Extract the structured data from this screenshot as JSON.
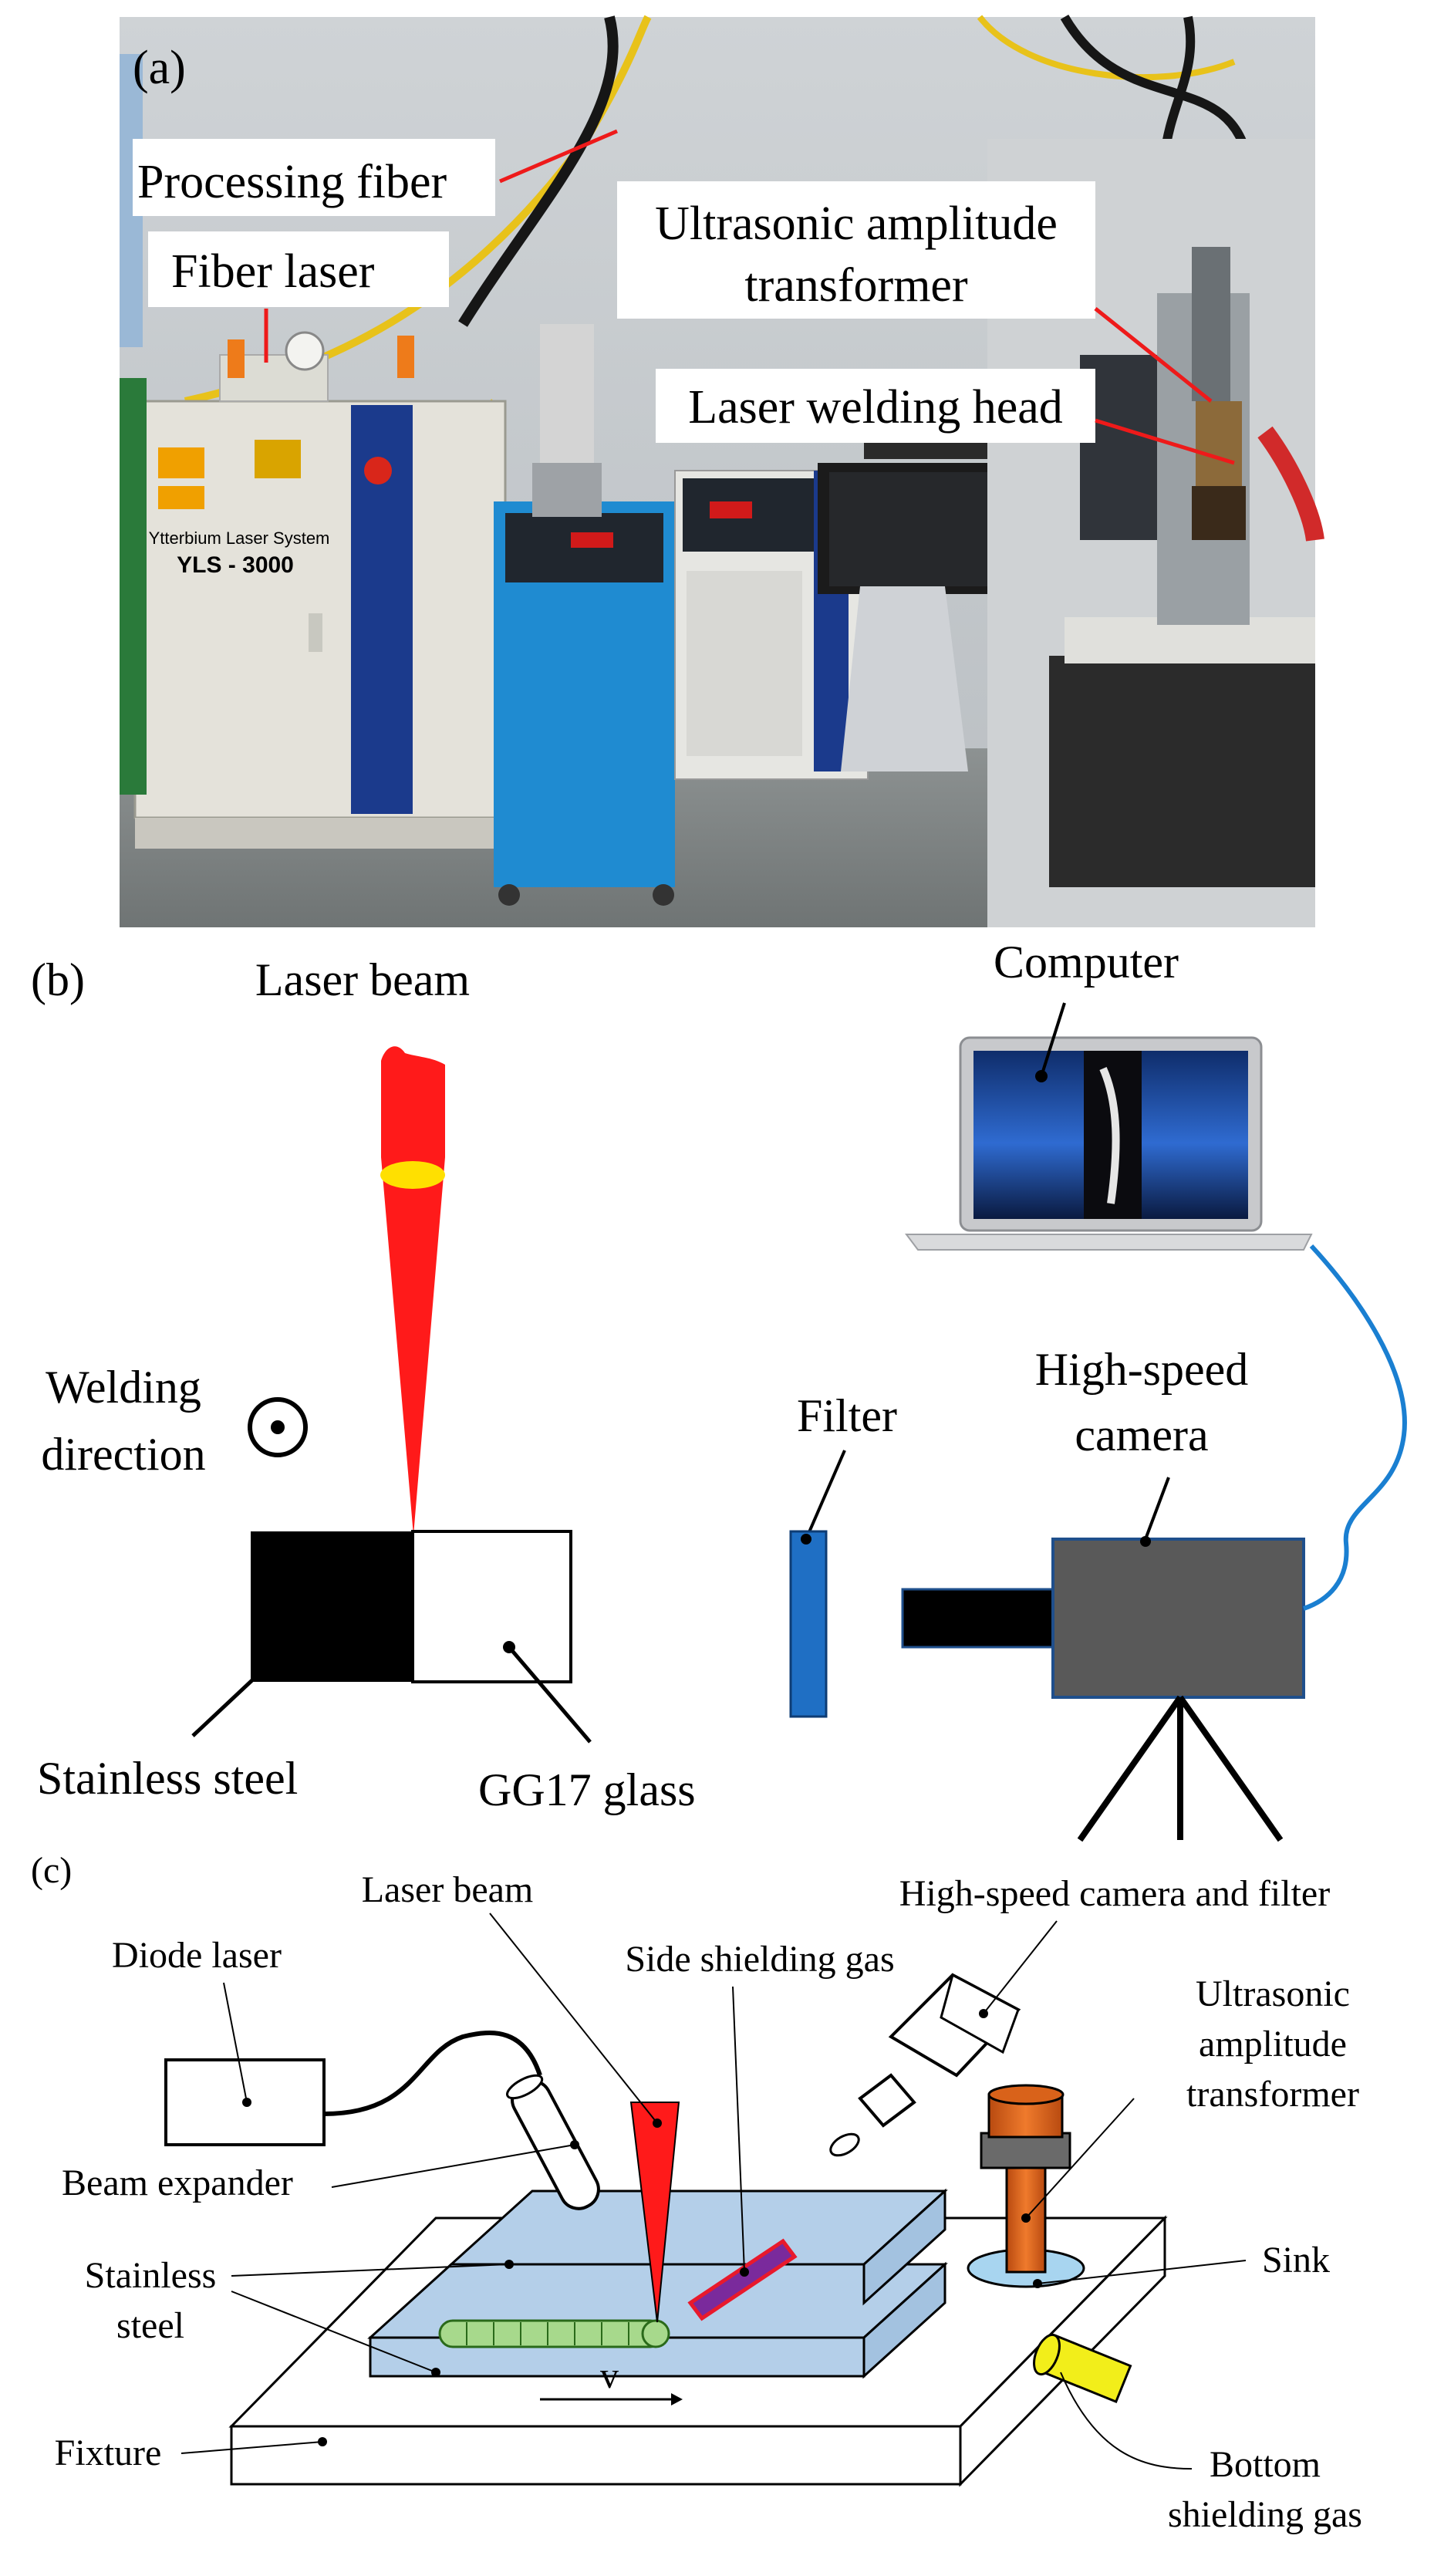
{
  "panel_a": {
    "tag": "(a)",
    "callouts": {
      "processing_fiber": "Processing fiber",
      "fiber_laser": "Fiber laser",
      "ultrasonic_line1": "Ultrasonic amplitude",
      "ultrasonic_line2": "transformer",
      "laser_welding_head": "Laser welding head"
    },
    "machine_text": {
      "line1": "Ytterbium Laser System",
      "line2": "YLS - 3000"
    }
  },
  "panel_b": {
    "tag": "(b)",
    "labels": {
      "laser_beam": "Laser beam",
      "computer": "Computer",
      "welding_line1": "Welding",
      "welding_line2": "direction",
      "filter": "Filter",
      "camera_line1": "High-speed",
      "camera_line2": "camera",
      "stainless_steel": "Stainless steel",
      "gg17_glass": "GG17 glass"
    }
  },
  "panel_c": {
    "tag": "(c)",
    "labels": {
      "laser_beam": "Laser beam",
      "camera_filter": "High-speed camera and filter",
      "diode_laser": "Diode laser",
      "side_gas": "Side shielding gas",
      "ultra_line1": "Ultrasonic",
      "ultra_line2": "amplitude",
      "ultra_line3": "transformer",
      "beam_expander": "Beam expander",
      "stainless_line1": "Stainless",
      "stainless_line2": "steel",
      "sink": "Sink",
      "velocity": "v",
      "fixture": "Fixture",
      "bottom_gas_line1": "Bottom",
      "bottom_gas_line2": "shielding gas"
    }
  },
  "colors": {
    "laser_red": "#ff1a1a",
    "filter_blue": "#1f6fc4",
    "camera_grey": "#595959",
    "steel_blue": "#b4cfe9",
    "weld_green": "#a7d98c",
    "nozzle_purple": "#7a2a9c",
    "transformer_orange": "#d9621a",
    "gas_yellow": "#f2ee1a",
    "cable_blue": "#1a7fd1"
  }
}
